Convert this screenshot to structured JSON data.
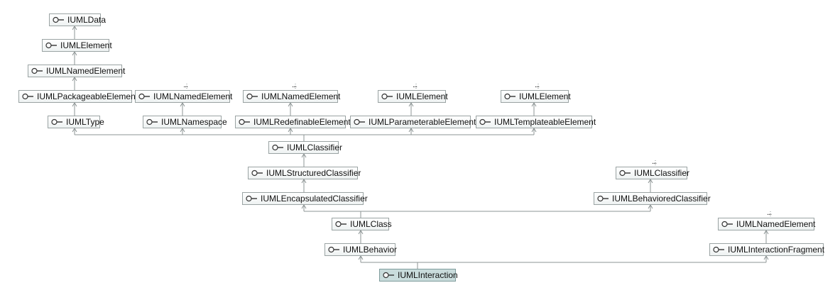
{
  "nodes": {
    "iumldata": "IUMLData",
    "iumlelement_root": "IUMLElement",
    "iumlnamedelement_root": "IUMLNamedElement",
    "iumlpackageableelement": "IUMLPackageableElement",
    "iumltype": "IUMLType",
    "iumlnamedelement_ns": "IUMLNamedElement",
    "iumlnamespace": "IUMLNamespace",
    "iumlnamedelement_re": "IUMLNamedElement",
    "iumlredefinableelement": "IUMLRedefinableElement",
    "iumlelement_pe": "IUMLElement",
    "iumlparameterableelement": "IUMLParameterableElement",
    "iumlelement_te": "IUMLElement",
    "iumltemplateableelement": "IUMLTemplateableElement",
    "iumlclassifier": "IUMLClassifier",
    "iumlstructuredclassifier": "IUMLStructuredClassifier",
    "iumlencapsulatedclassifier": "IUMLEncapsulatedClassifier",
    "iumlclassifier_bc": "IUMLClassifier",
    "iumlbehavioredclassifier": "IUMLBehavioredClassifier",
    "iumlclass": "IUMLClass",
    "iumlbehavior": "IUMLBehavior",
    "iumlnamedelement_if": "IUMLNamedElement",
    "iumlinteractionfragment": "IUMLInteractionFragment",
    "iumlinteraction": "IUMLInteraction"
  },
  "ellipsis": "...",
  "colors": {
    "edge": "#8c9494",
    "node_border": "#9aa3a3",
    "selected_fill": "#c9dcdc"
  },
  "icon": "interface-lollipop-icon"
}
